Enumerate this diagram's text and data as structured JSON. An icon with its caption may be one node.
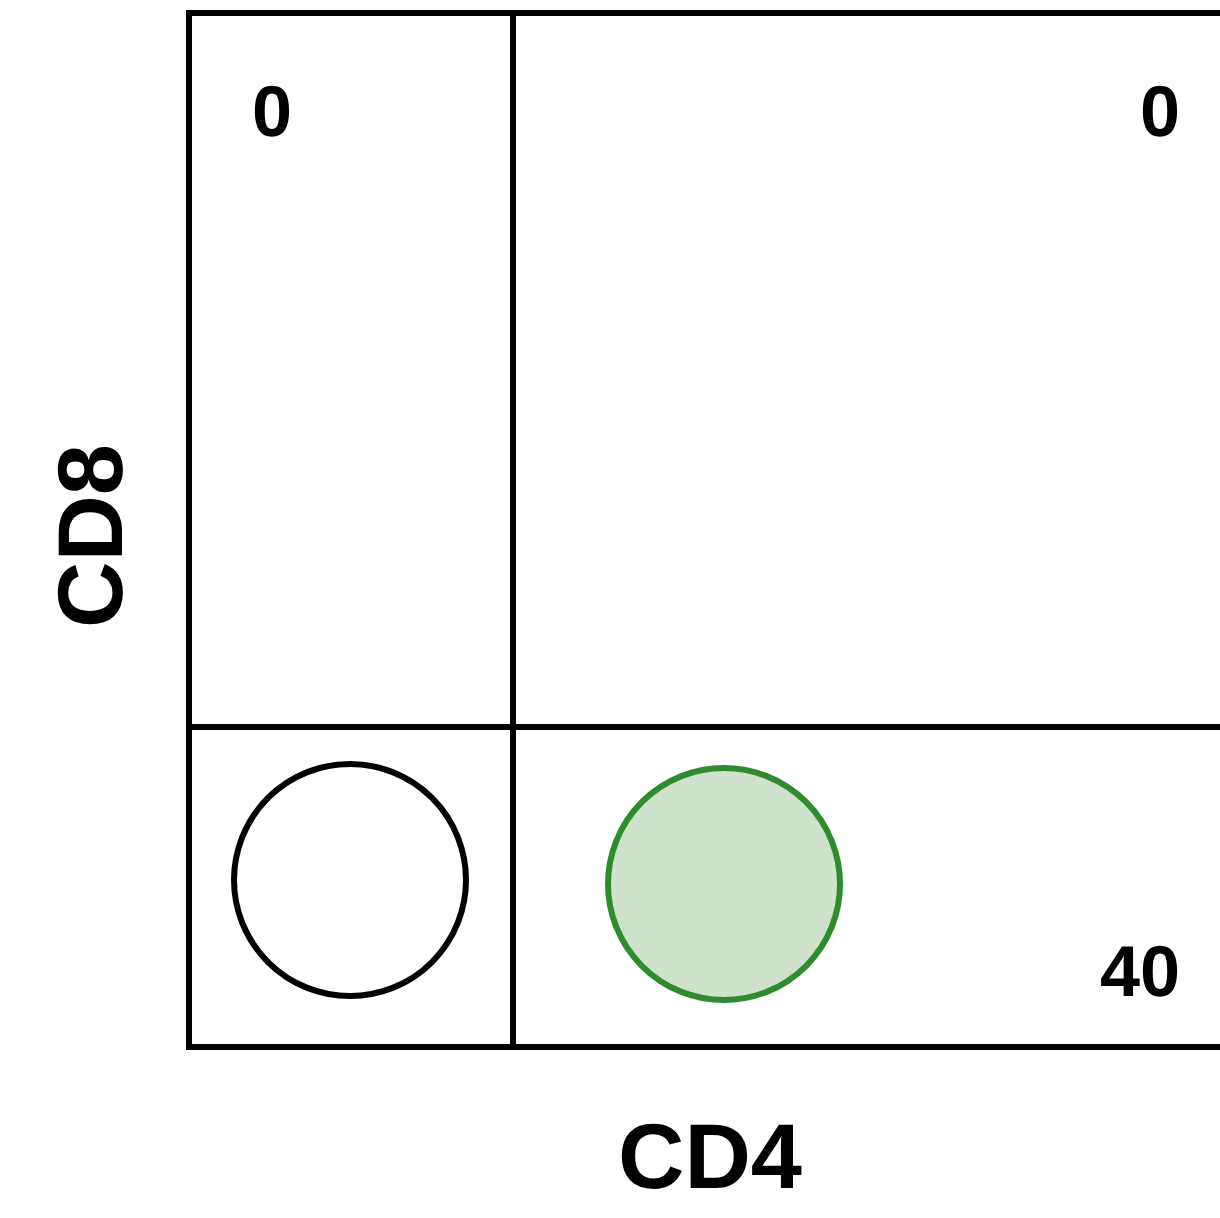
{
  "diagram": {
    "nodes": [
      {
        "text": [
          "0"
        ]
      },
      {
        "text": [
          "0"
        ]
      },
      {
        "text": [],
        "shape": "box"
      },
      {
        "text": [
          "40"
        ]
      },
      {
        "text": [],
        "shape": "circle",
        "in": 2
      },
      {
        "text": [],
        "shape": "circle",
        "in": 3
      }
    ],
    "edges": [],
    "labels": [
      "CD8",
      "CD4"
    ]
  }
}
